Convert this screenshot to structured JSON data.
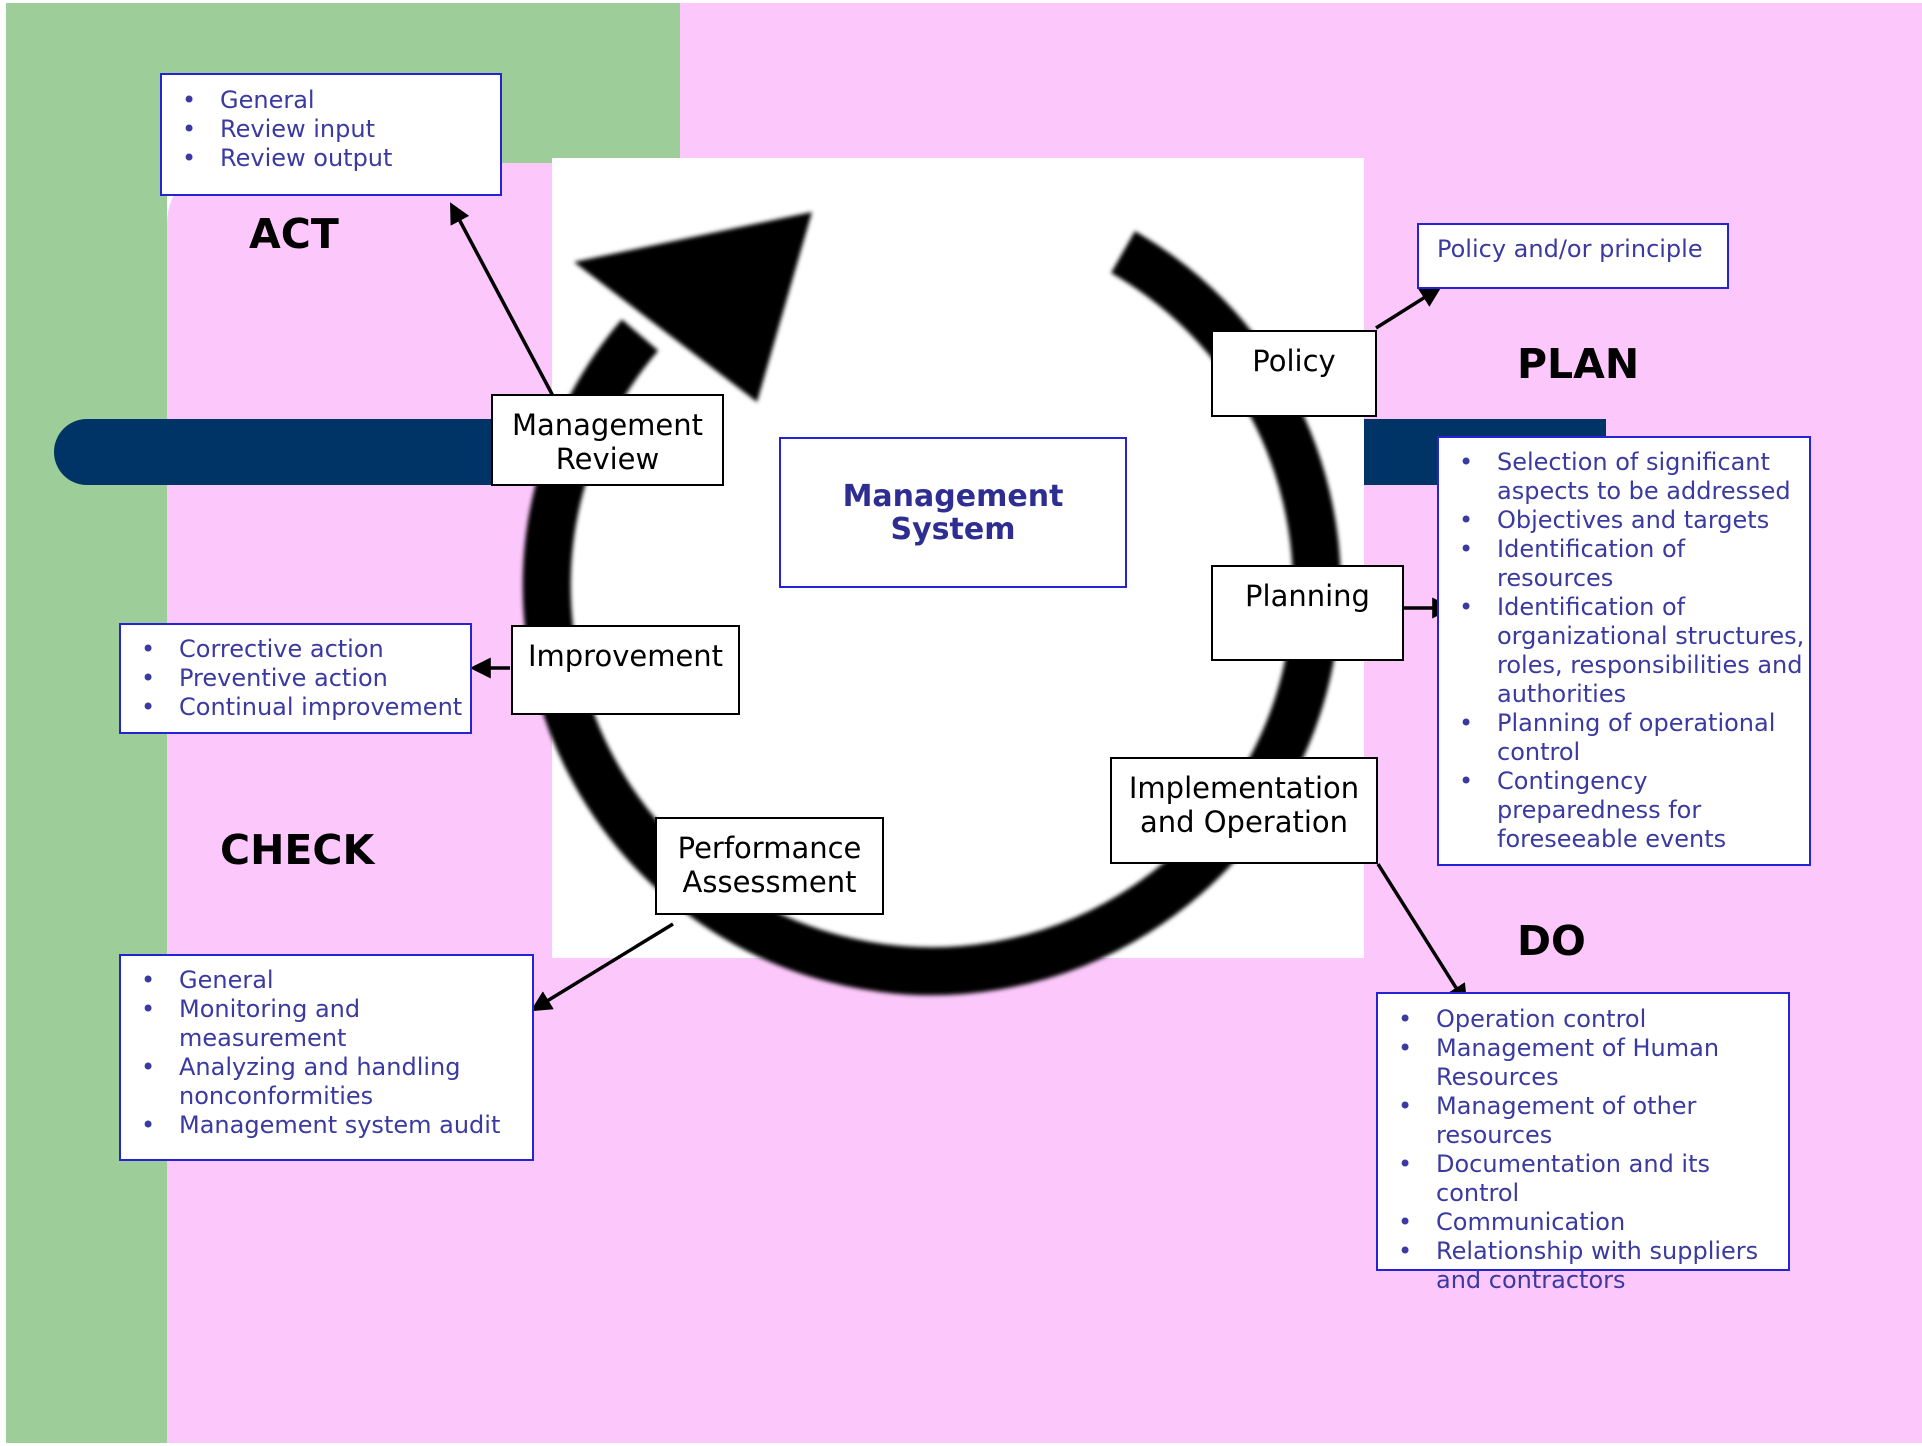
{
  "colors": {
    "green_bg": "#9dcd98",
    "pink_bg": "#fcc8fc",
    "navy_bar": "#003366",
    "box_border": "#2424d6",
    "list_text": "#3a3aa0"
  },
  "center": {
    "line1": "Management",
    "line2": "System"
  },
  "phases": {
    "act": "ACT",
    "plan": "PLAN",
    "check": "CHECK",
    "do": "DO"
  },
  "stages": {
    "management_review": [
      "Management",
      "Review"
    ],
    "policy": "Policy",
    "planning": "Planning",
    "improvement": "Improvement",
    "implementation": [
      "Implementation",
      "and Operation"
    ],
    "performance": [
      "Performance",
      "Assessment"
    ]
  },
  "boxes": {
    "act_list": [
      "General",
      "Review input",
      "Review output"
    ],
    "policy_box": "Policy and/or principle",
    "plan_list": [
      "Selection of significant aspects to be addressed",
      "Objectives and targets",
      "Identification of resources",
      "Identification of organizational structures, roles, responsibilities and authorities",
      "Planning of operational control",
      "Contingency preparedness for foreseeable events"
    ],
    "improvement_list": [
      "Corrective action",
      "Preventive action",
      "Continual improvement"
    ],
    "check_list": [
      "General",
      "Monitoring and measurement",
      "Analyzing and handling nonconformities",
      "Management system audit"
    ],
    "do_list": [
      "Operation control",
      "Management of Human Resources",
      "Management of other resources",
      "Documentation and its control",
      "Communication",
      "Relationship with suppliers and contractors"
    ]
  }
}
